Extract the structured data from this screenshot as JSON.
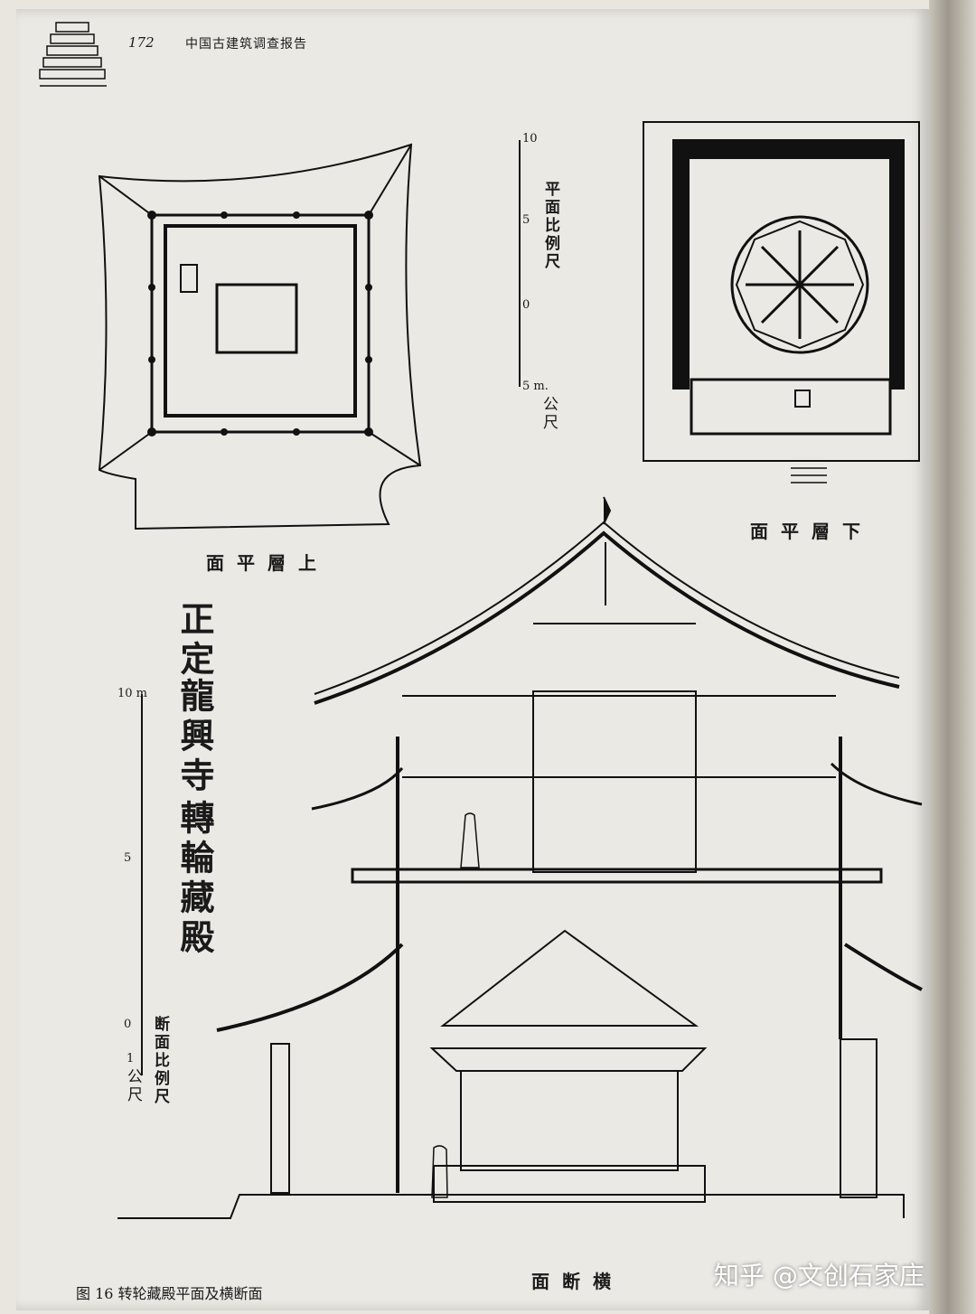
{
  "header": {
    "page_number": "172",
    "book_title": "中国古建筑调查报告"
  },
  "labels": {
    "upper_plan": "面平層上",
    "lower_plan": "面平層下",
    "section": "面断横",
    "plan_scale": "平面比例尺",
    "plan_scale_unit": "公尺",
    "plan_scale_ticks": [
      "10",
      "5",
      "0",
      "5 m."
    ],
    "section_scale": "断面比例尺",
    "section_scale_unit": "公尺",
    "section_scale_ticks": [
      "10 m",
      "5",
      "0",
      "1"
    ],
    "temple_title_1": "正定",
    "temple_title_2": "龍興寺",
    "temple_title_3": "轉輪藏殿"
  },
  "caption": "图 16   转轮藏殿平面及横断面",
  "watermark": "知乎 @文创石家庄"
}
